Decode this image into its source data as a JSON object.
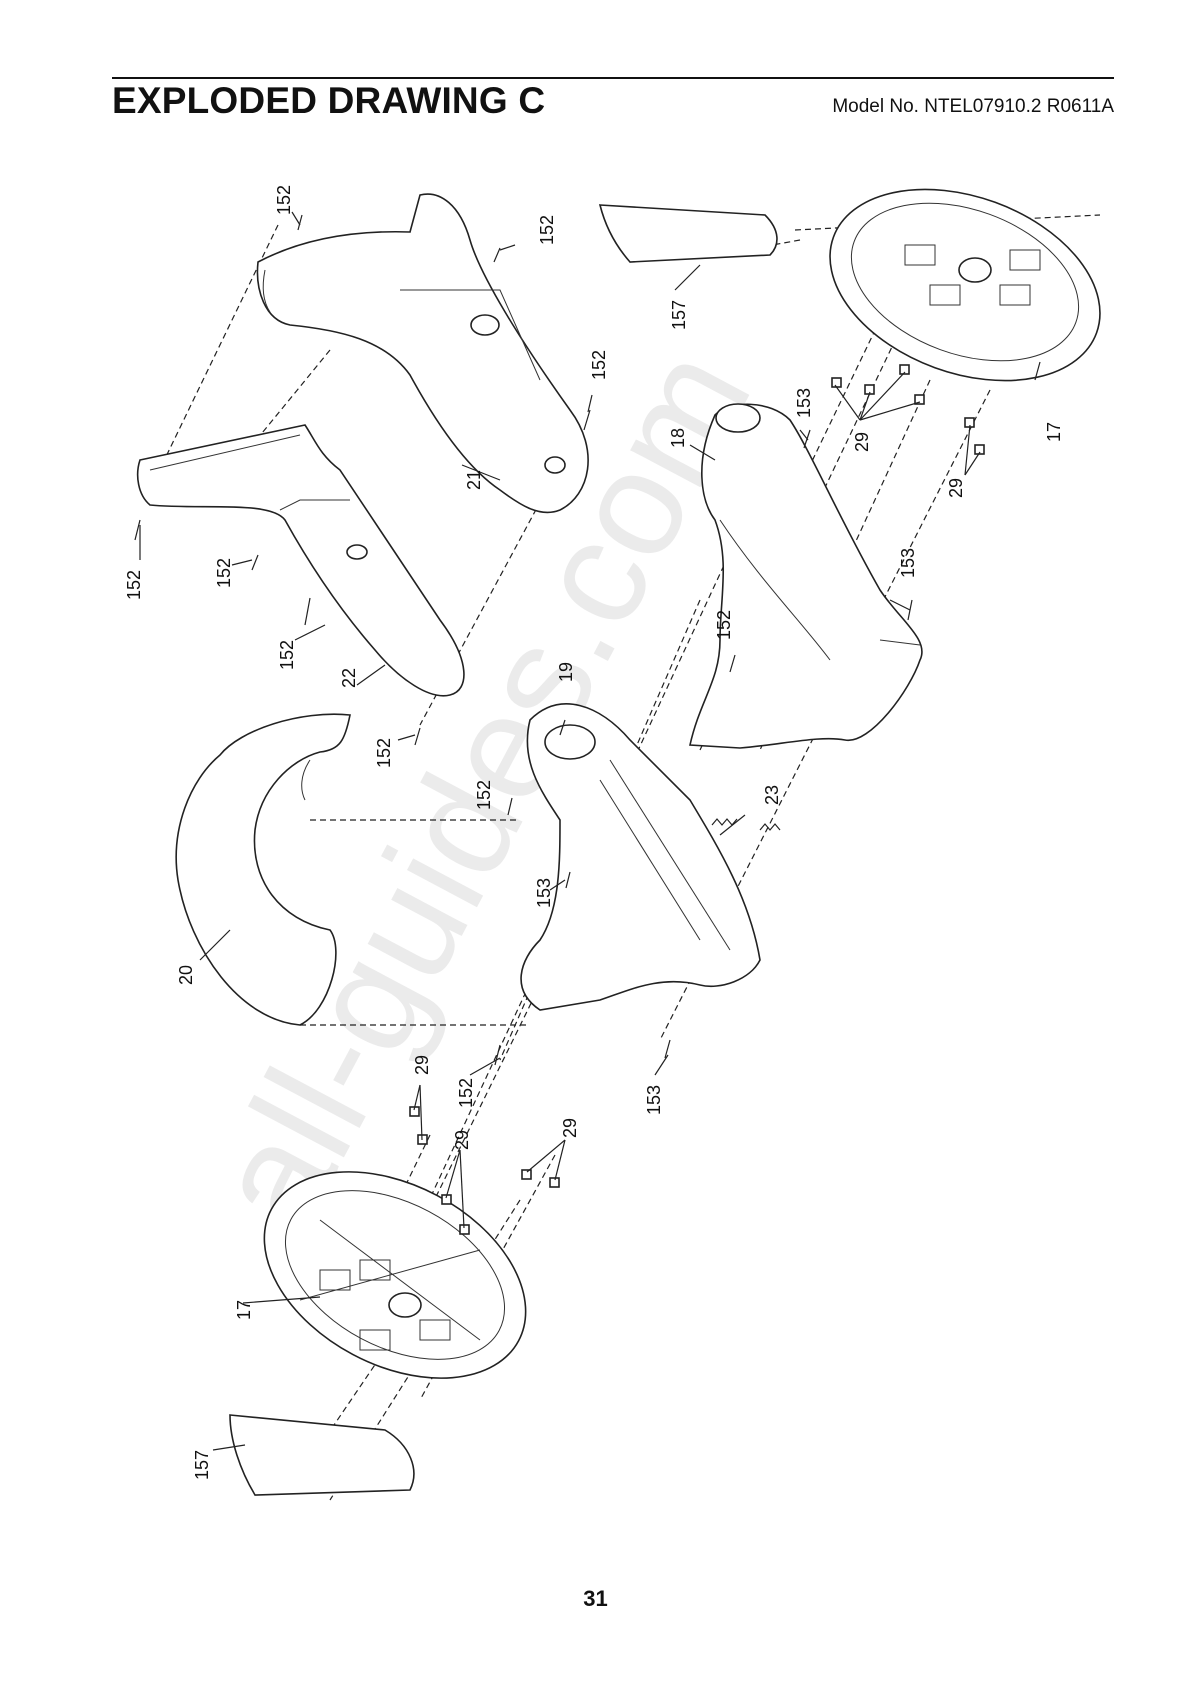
{
  "header": {
    "title": "EXPLODED DRAWING C",
    "model": "Model No. NTEL07910.2 R0611A"
  },
  "footer": {
    "page_number": "31"
  },
  "watermark": "all-guides.com",
  "callouts": {
    "l152a": "152",
    "l152b": "152",
    "l152c": "152",
    "l152d": "152",
    "l152e": "152",
    "l152f": "152",
    "l152g": "152",
    "l152h": "152",
    "l152i": "152",
    "l152j": "152",
    "l153a": "153",
    "l153b": "153",
    "l153c": "153",
    "l153d": "153",
    "l157a": "157",
    "l157b": "157",
    "l17a": "17",
    "l17b": "17",
    "l18": "18",
    "l19": "19",
    "l20": "20",
    "l21": "21",
    "l22": "22",
    "l23": "23",
    "l29a": "29",
    "l29b": "29",
    "l29c": "29",
    "l29d": "29",
    "l29e": "29"
  }
}
